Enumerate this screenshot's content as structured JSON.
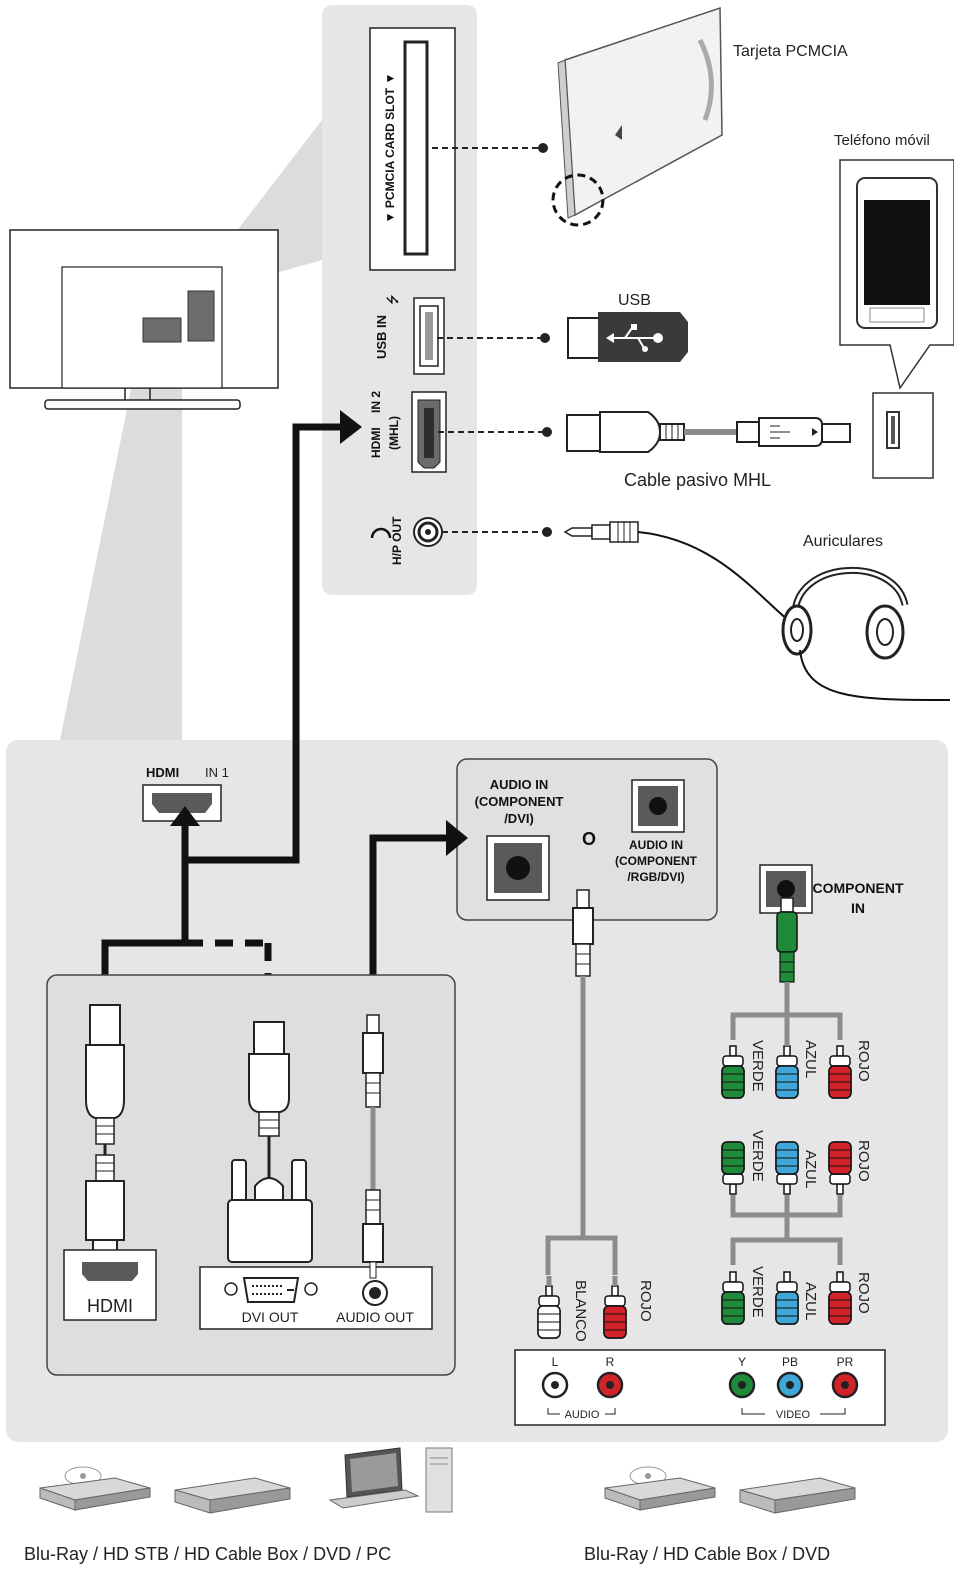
{
  "labels": {
    "pcmcia_card": "Tarjeta PCMCIA",
    "phone": "Teléfono móvil",
    "usb": "USB",
    "mhl_cable": "Cable pasivo MHL",
    "headphones": "Auriculares",
    "pcmcia_slot": "▼ PCMCIA CARD SLOT ▼",
    "usb_in": "USB IN",
    "hdmi_in2": "IN 2",
    "mhl": "(MHL)",
    "hp_out": "H/P OUT",
    "hdmi_in1": "IN 1",
    "audio_in_dvi_1": "AUDIO IN",
    "audio_in_dvi_2": "(COMPONENT",
    "audio_in_dvi_3": "/DVI)",
    "or": "O",
    "audio_in_rgb_1": "AUDIO IN",
    "audio_in_rgb_2": "(COMPONENT",
    "audio_in_rgb_3": "/RGB/DVI)",
    "component_in_1": "COMPONENT",
    "component_in_2": "IN",
    "hdmi_port": "HDMI",
    "dvi_out": "DVI OUT",
    "audio_out": "AUDIO OUT",
    "blanco": "BLANCO",
    "rojo": "ROJO",
    "verde": "VERDE",
    "azul": "AZUL",
    "L": "L",
    "R": "R",
    "Y": "Y",
    "PB": "PB",
    "PR": "PR",
    "audio": "AUDIO",
    "video": "VIDEO",
    "devices_left": "Blu-Ray / HD STB / HD Cable Box / DVD / PC",
    "devices_right": "Blu-Ray / HD Cable Box / DVD"
  },
  "colors": {
    "panel_bg": "#e6e6e6",
    "green_plug": "#1e8a3a",
    "blue_plug": "#3fa6d8",
    "red_plug": "#d2232a",
    "cable_black": "#111111",
    "cable_gray": "#8c8c8c"
  }
}
